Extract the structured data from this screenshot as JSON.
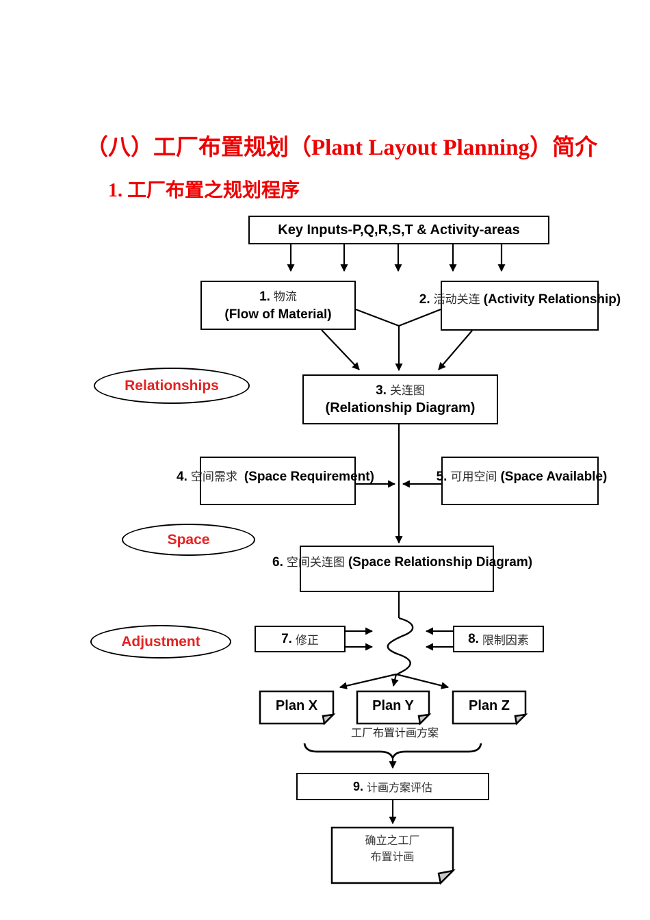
{
  "title": "（八）工厂布置规划（Plant Layout Planning）简介",
  "subtitle": "1. 工厂布置之规划程序",
  "colors": {
    "accent_red": "#ee0000",
    "ellipse_red": "#e62222",
    "line_black": "#000000"
  },
  "flow": {
    "key_inputs": {
      "label": "Key Inputs-P,Q,R,S,T & Activity-areas"
    },
    "boxes": {
      "b1": {
        "num": "1.",
        "cjk": "物流",
        "en": "(Flow of Material)"
      },
      "b2": {
        "num": "2.",
        "cjk": "活动关连",
        "en": "(Activity Relationship)"
      },
      "b3": {
        "num": "3.",
        "cjk": "关连图",
        "en": "(Relationship Diagram)"
      },
      "b4": {
        "num": "4.",
        "cjk": "空间需求",
        "en": "(Space Requirement)"
      },
      "b5": {
        "num": "5.",
        "cjk": "可用空间",
        "en": "(Space Available)"
      },
      "b6": {
        "num": "6.",
        "cjk": "空间关连图",
        "en": "(Space Relationship Diagram)"
      },
      "b7": {
        "num": "7.",
        "cjk": "修正"
      },
      "b8": {
        "num": "8.",
        "cjk": "限制因素"
      },
      "b9": {
        "num": "9.",
        "cjk": "计画方案评估"
      }
    },
    "ellipses": {
      "relationships": "Relationships",
      "space": "Space",
      "adjustment": "Adjustment"
    },
    "plans": {
      "x": "Plan X",
      "y": "Plan Y",
      "z": "Plan Z",
      "caption": "工厂布置计画方案"
    },
    "final": {
      "line1": "确立之工厂",
      "line2": "布置计画"
    }
  }
}
